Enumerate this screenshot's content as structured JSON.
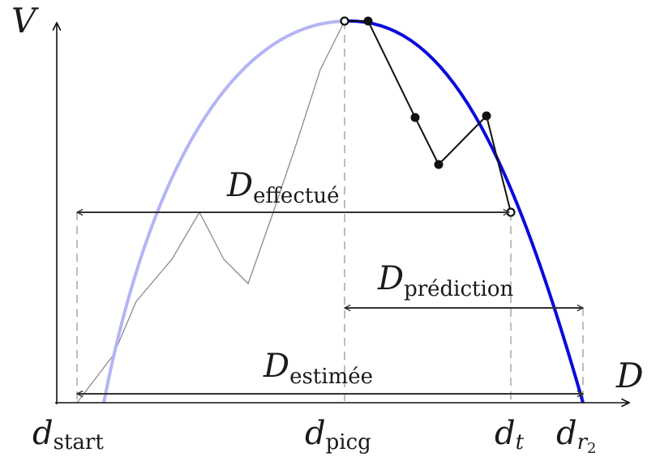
{
  "axes": {
    "y_label": "V",
    "x_label": "D"
  },
  "measures": {
    "effectue": {
      "main": "D",
      "sub": "effectué"
    },
    "prediction": {
      "main": "D",
      "sub": "prédiction"
    },
    "estimee": {
      "main": "D",
      "sub": "estimée"
    }
  },
  "ticks": {
    "start": {
      "main": "d",
      "sub": "start"
    },
    "picg": {
      "main": "d",
      "sub": "picg"
    },
    "t": {
      "main": "d",
      "sub": "t"
    },
    "r2": {
      "main": "d",
      "sub": "r",
      "subsub": "2"
    }
  },
  "colors": {
    "curve_past": "#b4b4f5",
    "curve_future": "#0a0adc",
    "trajectory": "#111111",
    "history": "#8c8c8c",
    "guide": "#bdbdbd",
    "arrow": "#333333"
  }
}
